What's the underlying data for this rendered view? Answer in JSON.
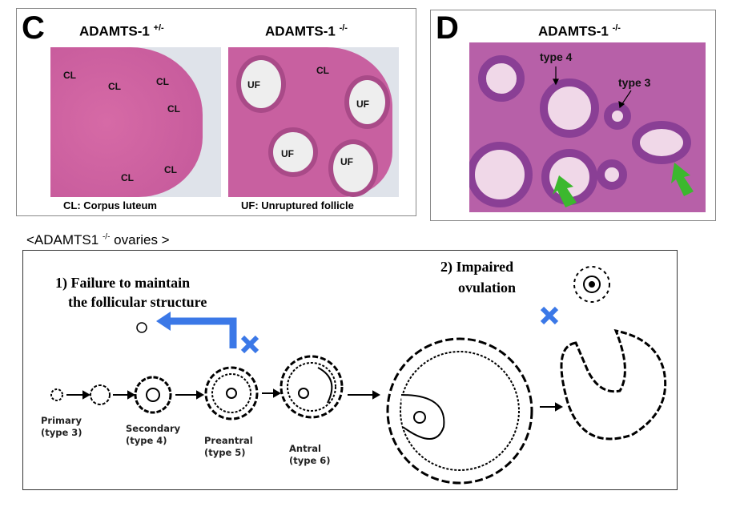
{
  "panel_c": {
    "letter": "C",
    "left_title": "ADAMTS-1",
    "left_sup": "+/-",
    "right_title": "ADAMTS-1",
    "right_sup": "-/-",
    "left_labels": [
      "CL",
      "CL",
      "CL",
      "CL",
      "CL",
      "CL"
    ],
    "right_labels": [
      "UF",
      "CL",
      "UF",
      "UF",
      "UF"
    ],
    "left_caption": "CL: Corpus luteum",
    "right_caption": "UF:  Unruptured follicle"
  },
  "panel_d": {
    "letter": "D",
    "title": "ADAMTS-1",
    "sup": "-/-",
    "label_type4": "type 4",
    "label_type3": "type 3",
    "arrow_color": "#3cb82e"
  },
  "section_label": {
    "prefix": "<ADAMTS1",
    "sup": "-/-",
    "suffix": "ovaries >"
  },
  "diagram": {
    "failure_line1": "1)   Failure to maintain",
    "failure_line2": "the follicular structure",
    "impaired_line1": "2) Impaired",
    "impaired_line2": "ovulation",
    "blue_color": "#3b78e7",
    "stages": [
      {
        "name": "Primary",
        "type": "(type 3)"
      },
      {
        "name": "Secondary",
        "type": "(type 4)"
      },
      {
        "name": "Preantral",
        "type": "(type 5)"
      },
      {
        "name": "Antral",
        "type": "(type 6)"
      }
    ]
  }
}
